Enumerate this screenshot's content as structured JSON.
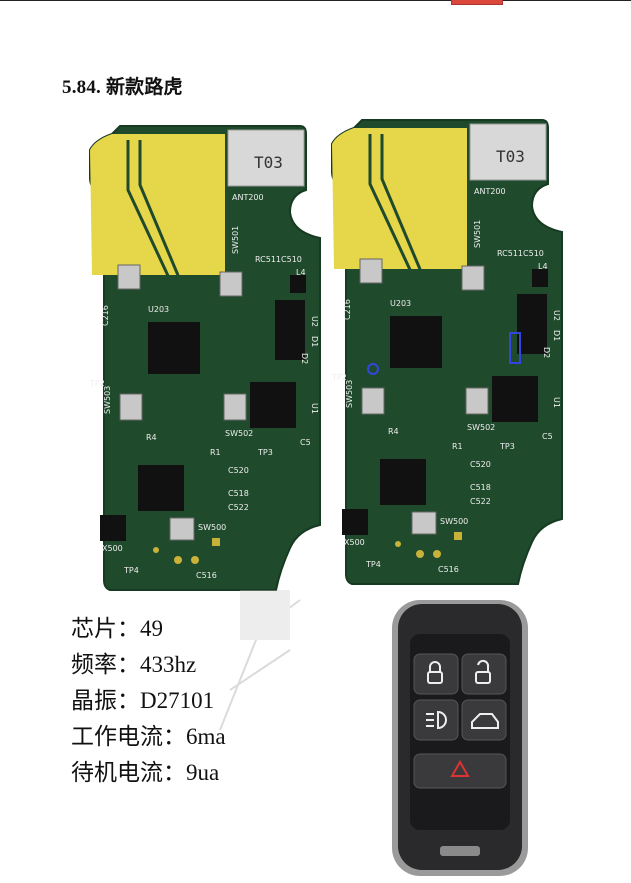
{
  "header": {
    "title": "5.84. 新款路虎"
  },
  "specs": [
    {
      "label": "芯片：",
      "value": "49"
    },
    {
      "label": "频率：",
      "value": "433hz"
    },
    {
      "label": "晶振：",
      "value": "D27101"
    },
    {
      "label": "工作电流：",
      "value": "6ma"
    },
    {
      "label": "待机电流：",
      "value": "9ua"
    }
  ],
  "pcb_labels": {
    "shield": "T03",
    "antenna": "ANT200",
    "sw501": "SW501",
    "rc": "RC511C510",
    "c216": "C216",
    "u203": "U203",
    "tp2": "TP2",
    "sw503": "SW503",
    "sw502": "SW502",
    "r4": "R4",
    "r1": "R1",
    "u1": "U1",
    "c5": "C5",
    "tp3": "TP3",
    "c520": "C520",
    "c518": "C518",
    "c522": "C522",
    "sw500": "SW500",
    "x500": "X500",
    "tp4": "TP4",
    "c516": "C516",
    "l4": "L4",
    "d1": "D1",
    "d2": "D2",
    "u2": "U2"
  },
  "colors": {
    "pcb": "#1f4a2c",
    "pad_yellow": "#e6d64a",
    "accent_bar": "#d9483b",
    "fob": "#2a2a2c"
  }
}
